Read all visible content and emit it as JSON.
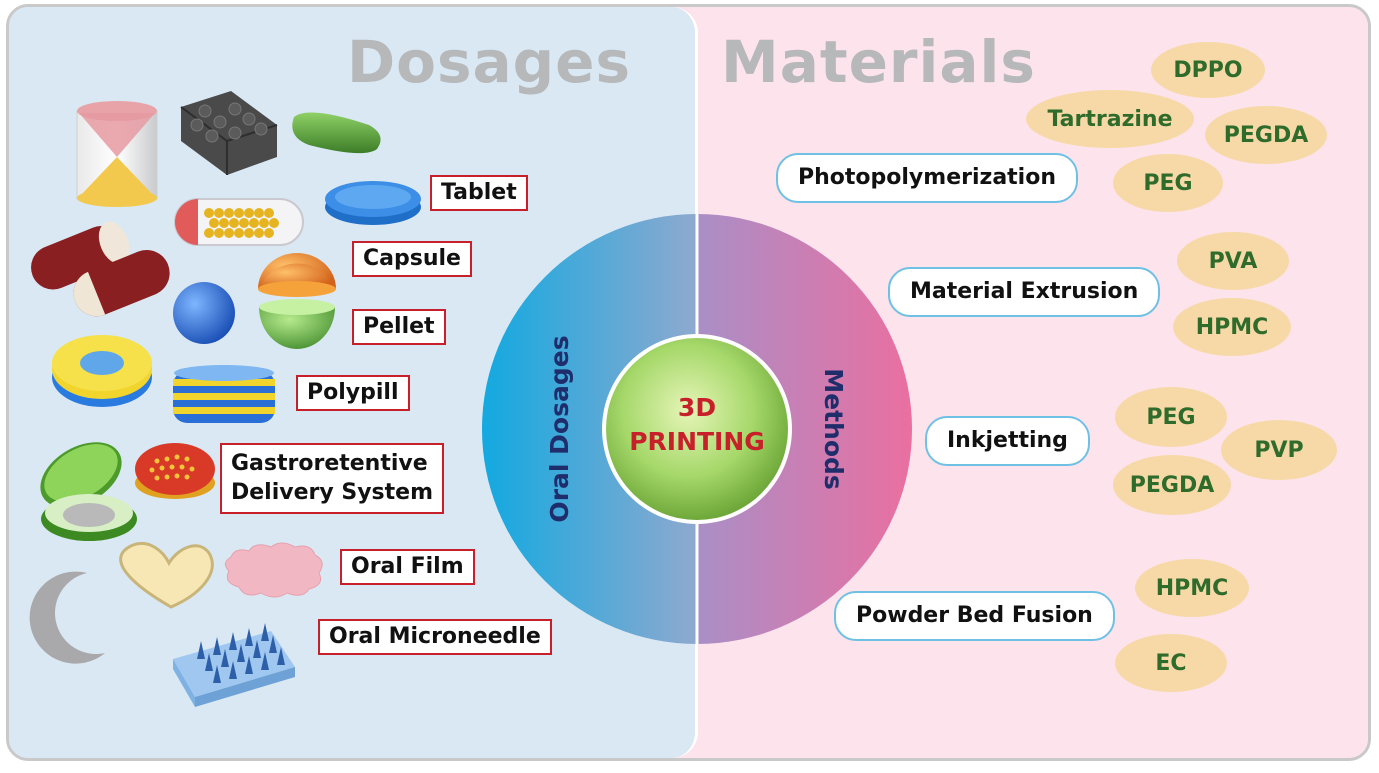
{
  "headings": {
    "dosages": "Dosages",
    "materials": "Materials"
  },
  "center": {
    "line1": "3D",
    "line2": "PRINTING",
    "left_arc": "Oral Dosages",
    "right_arc": "Methods"
  },
  "dosage_forms": [
    {
      "label": "Tablet"
    },
    {
      "label": "Capsule"
    },
    {
      "label": "Pellet"
    },
    {
      "label": "Polypill"
    },
    {
      "label_line1": "Gastroretentive",
      "label_line2": "Delivery System"
    },
    {
      "label": "Oral Film"
    },
    {
      "label": "Oral Microneedle"
    }
  ],
  "methods": [
    {
      "label": "Photopolymerization",
      "materials": [
        "DPPO",
        "Tartrazine",
        "PEGDA",
        "PEG"
      ]
    },
    {
      "label": "Material Extrusion",
      "materials": [
        "PVA",
        "HPMC"
      ]
    },
    {
      "label": "Inkjetting",
      "materials": [
        "PEG",
        "PVP",
        "PEGDA"
      ]
    },
    {
      "label": "Powder Bed Fusion",
      "materials": [
        "HPMC",
        "EC"
      ]
    }
  ],
  "colors": {
    "left_bg": "#d9e8f3",
    "right_bg": "#fde3ec",
    "label_border": "#c8202a",
    "pill_border": "#6ec1e4",
    "material_bg": "#f7d9a8",
    "material_text": "#2f6b2a",
    "center_text": "#c8202a",
    "arc_text": "#1f2d6b"
  }
}
